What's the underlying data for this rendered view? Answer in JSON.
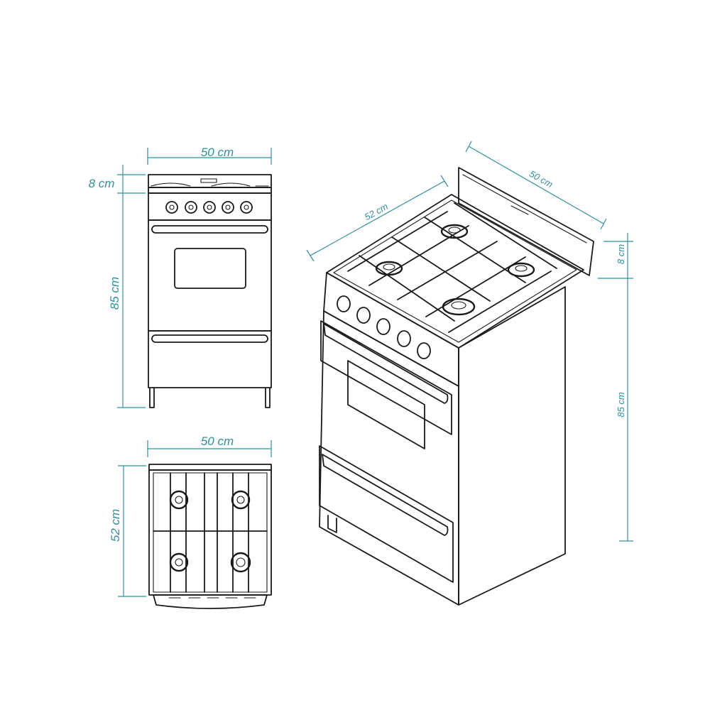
{
  "colors": {
    "dimension": "#2e8fa3",
    "ink": "#1a1a1a",
    "background": "#ffffff"
  },
  "front_view": {
    "width_label": "50 cm",
    "backguard_label": "8 cm",
    "height_label": "85 cm"
  },
  "top_view": {
    "width_label": "50 cm",
    "depth_label": "52 cm"
  },
  "iso_view": {
    "depth_label": "52 cm",
    "width_label": "50 cm",
    "backguard_label": "8 cm",
    "height_label": "85 cm"
  }
}
